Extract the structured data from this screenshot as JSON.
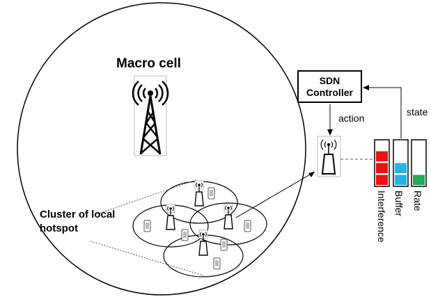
{
  "macro_cell": {
    "title": "Macro cell"
  },
  "cluster": {
    "label_line1": "Cluster of local",
    "label_line2": "hotspot"
  },
  "sdn_controller": {
    "line1": "SDN",
    "line2": "Controller"
  },
  "arrows": {
    "action": "action",
    "state": "state"
  },
  "state_bars": {
    "interference": {
      "label": "Interference",
      "color": "#ee1111",
      "filled_blocks": 3
    },
    "buffer": {
      "label": "Buffer",
      "color": "#22b5ea",
      "filled_blocks": 2
    },
    "rate": {
      "label": "Rate",
      "color": "#22aa55",
      "filled_blocks": 1
    }
  },
  "colors": {
    "line": "#000000",
    "dashed": "#555555",
    "divider": "#ffffff"
  }
}
